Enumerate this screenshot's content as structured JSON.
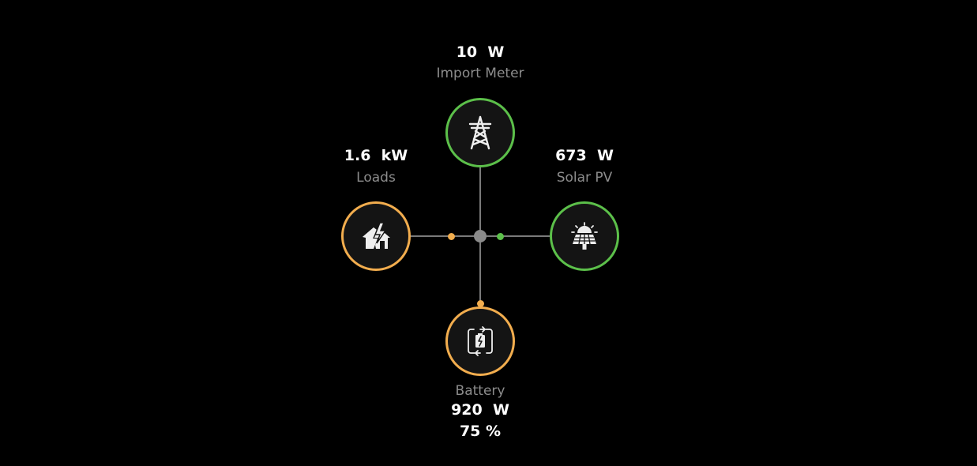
{
  "colors": {
    "green": "#5cc04a",
    "orange": "#f2ad4e",
    "line": "#7a7a7a",
    "hub": "#8a8a8a"
  },
  "grid": {
    "value": "10  W",
    "label": "Import Meter",
    "icon": "power-tower-icon"
  },
  "loads": {
    "value": "1.6  kW",
    "label": "Loads",
    "icon": "house-lightning-icon"
  },
  "solar": {
    "value": "673  W",
    "label": "Solar PV",
    "icon": "solar-panel-icon"
  },
  "battery": {
    "label": "Battery",
    "value": "920  W",
    "soc": "75 %",
    "icon": "battery-charge-icon"
  }
}
